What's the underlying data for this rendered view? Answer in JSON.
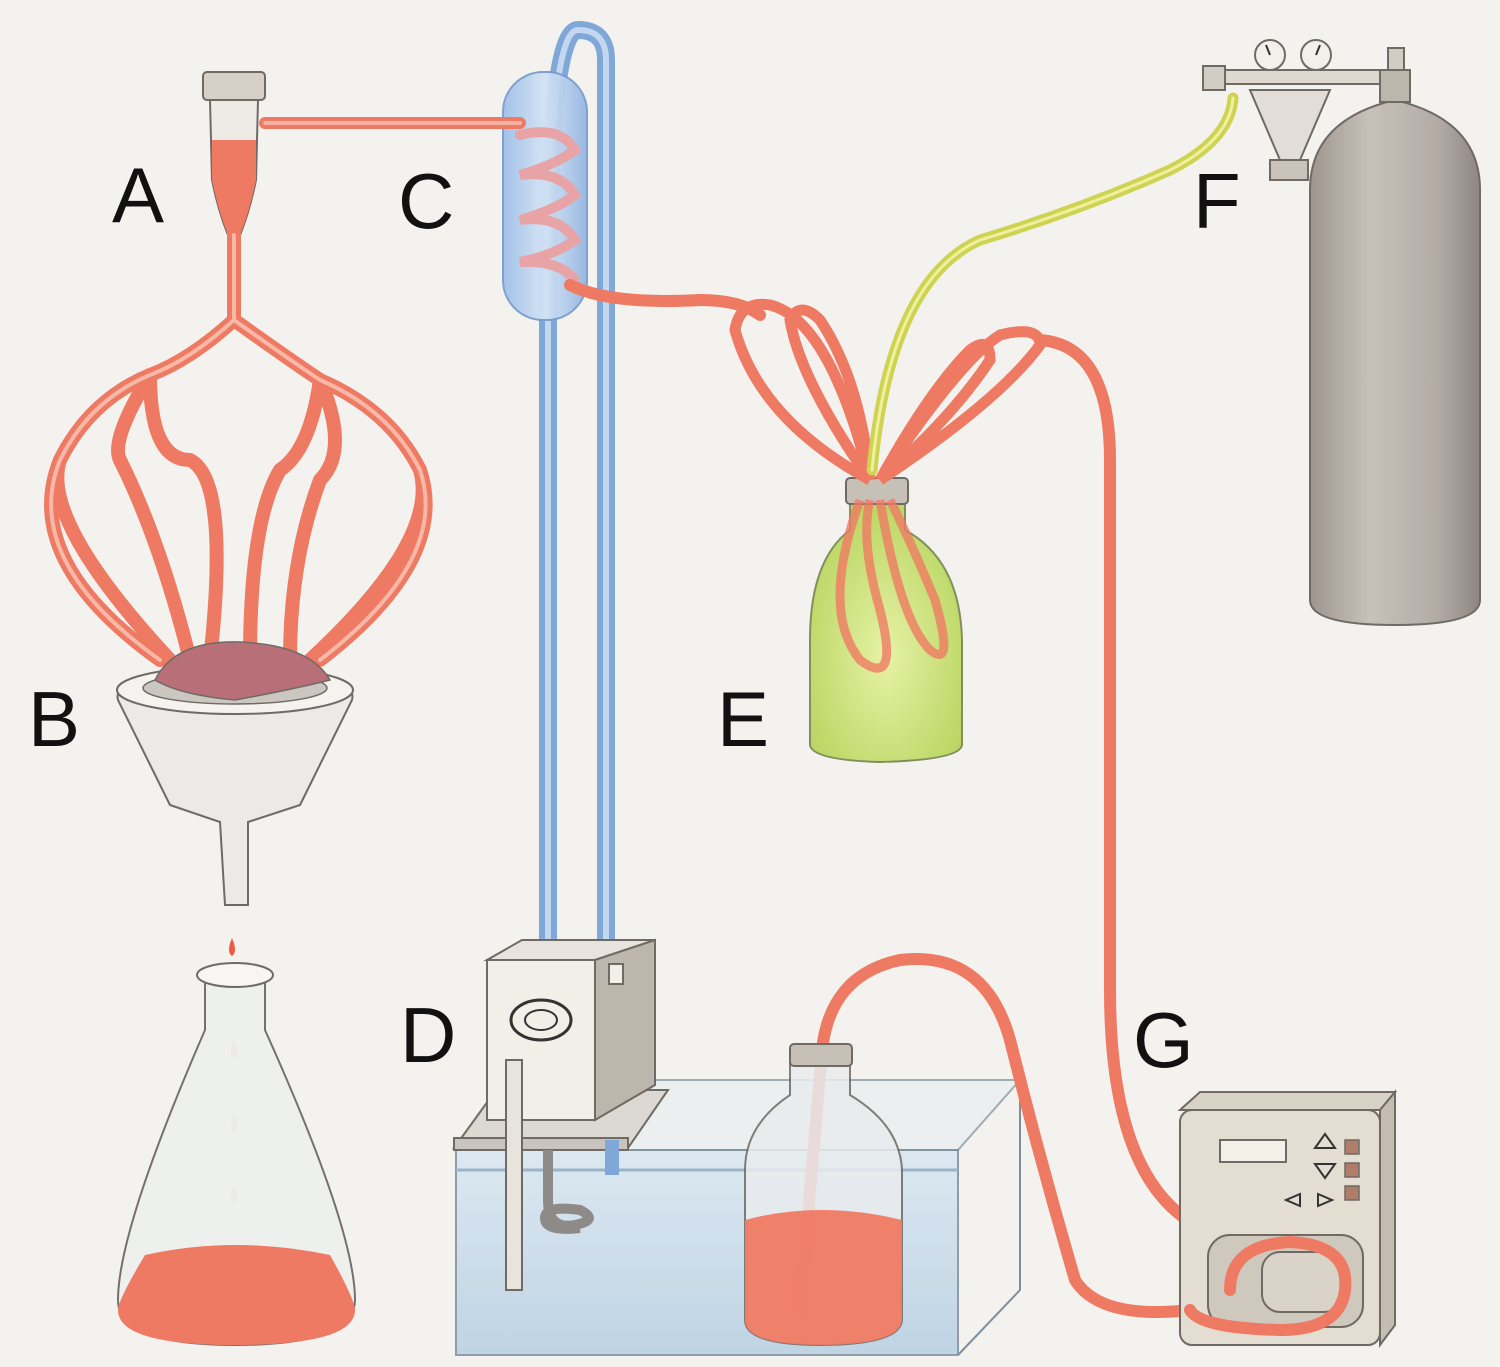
{
  "labels": {
    "a": "A",
    "b": "B",
    "c": "C",
    "d": "D",
    "e": "E",
    "f": "F",
    "g": "G"
  },
  "colors": {
    "background": "#f4f2ee",
    "perfusate_red": "#ef7a63",
    "coolant_blue": "#7fa7d8",
    "gas_yellow": "#cfd352",
    "glass": "#e8ecec",
    "tissue": "#b86f78",
    "cylinder_grey": "#b9b1aa",
    "water_bath": "#c6dbea",
    "device_body": "#e3ddd2",
    "label_text": "#111111"
  }
}
